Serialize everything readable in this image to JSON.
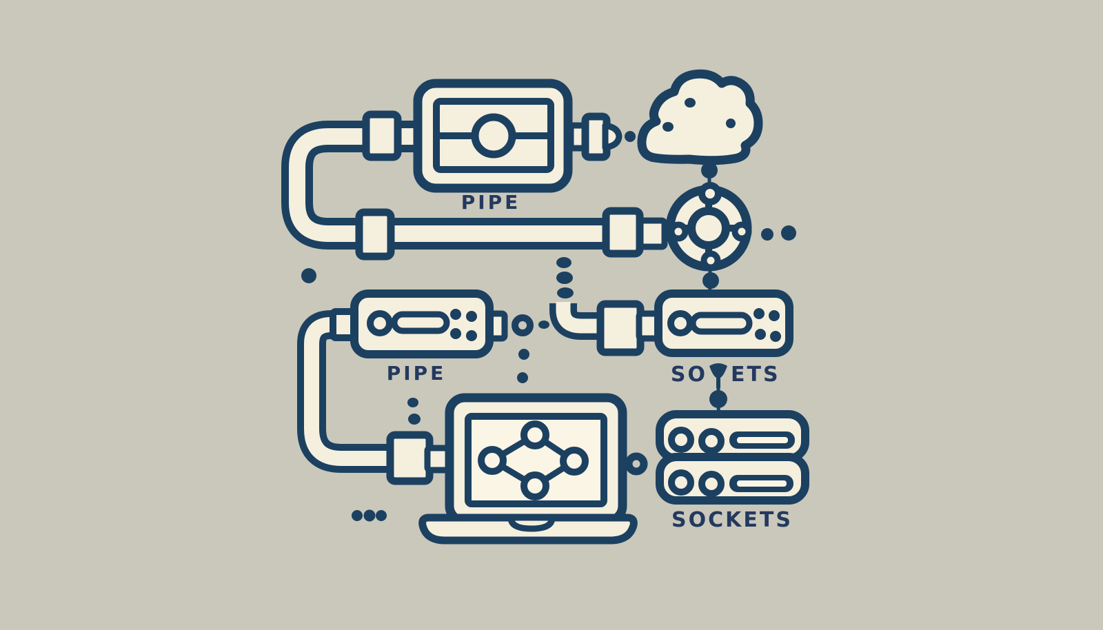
{
  "colors": {
    "background": "#c9c8bb",
    "ink": "#1c4060",
    "cream": "#f5efde",
    "screen_fill": "#fbf5e6",
    "label": "#24395f"
  },
  "labels": {
    "pipe_top": "PIPE",
    "pipe_middle": "PIPE",
    "sockets_garbled_left": "SO",
    "sockets_garbled_right": "ETS",
    "sockets_bottom": "SOCKETS"
  },
  "icons": {
    "router_box": "pipe-junction-box",
    "plug": "plug-tip",
    "cloud": "cloud",
    "hub": "network-hub-wheel",
    "connector_left": "pipe-connector-device",
    "connector_right": "socket-connector-device",
    "laptop": "laptop-with-network-diagram",
    "server": "server-stack"
  }
}
